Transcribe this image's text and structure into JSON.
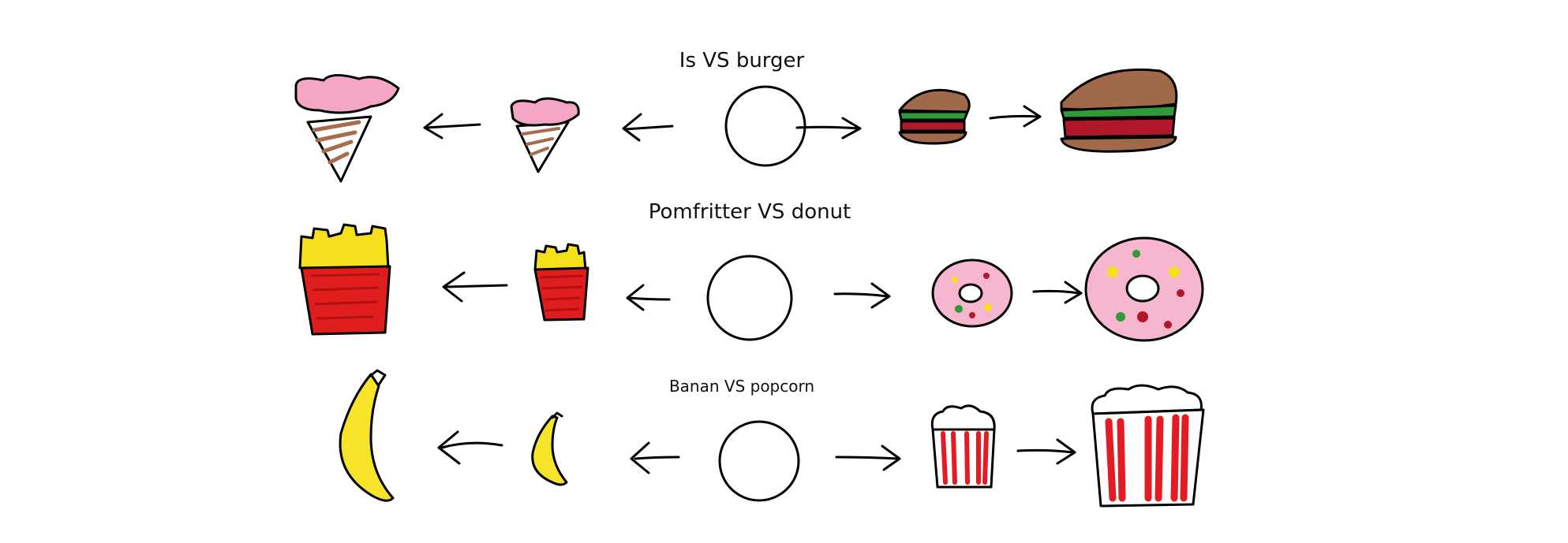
{
  "rows": [
    {
      "title": "Is VS burger",
      "left_item": "ice-cream",
      "right_item": "burger"
    },
    {
      "title": "Pomfritter VS donut",
      "left_item": "fries",
      "right_item": "donut"
    },
    {
      "title": "Banan VS popcorn",
      "left_item": "banana",
      "right_item": "popcorn"
    }
  ],
  "colors": {
    "outline": "#000000",
    "ice_cream_pink": "#f4a6c4",
    "cone_brown": "#a86b4b",
    "burger_bun": "#a06a4a",
    "lettuce": "#2e9b3a",
    "meat_red": "#b0182a",
    "fries_yellow": "#f5e11b",
    "fries_box_red": "#e01d1d",
    "donut_pink": "#f7b6cf",
    "banana_yellow": "#f5e42a",
    "popcorn_red": "#e31c24"
  }
}
